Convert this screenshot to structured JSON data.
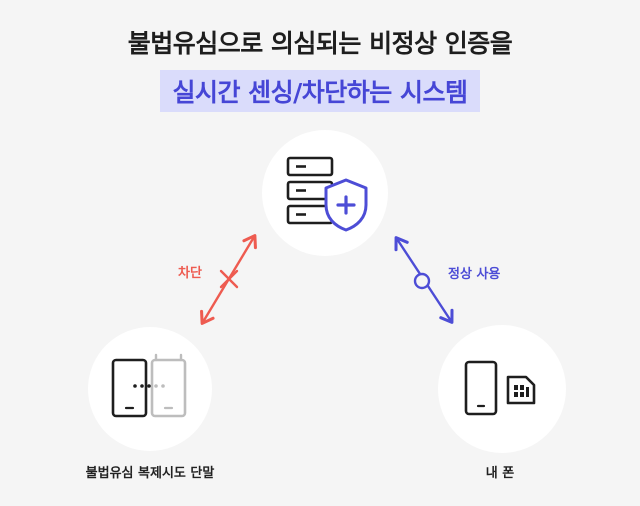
{
  "title": {
    "line1": "불법유심으로 의심되는 비정상 인증을",
    "line2": "실시간 센싱/차단하는 시스템"
  },
  "nodes": {
    "server": {
      "icon": "server-shield-icon"
    },
    "duplicate_device": {
      "icon": "duplicate-phones-icon",
      "label": "불법유심 복제시도 단말"
    },
    "my_phone": {
      "icon": "phone-sim-icon",
      "label": "내 폰"
    }
  },
  "edges": {
    "blocked": {
      "label": "차단",
      "color": "#ee5b50"
    },
    "normal": {
      "label": "정상 사용",
      "color": "#4d4dd6"
    }
  },
  "colors": {
    "background": "#f5f5f5",
    "highlight": "#dadcfb",
    "accent_blue": "#4646d6",
    "accent_red": "#ee5b50"
  }
}
